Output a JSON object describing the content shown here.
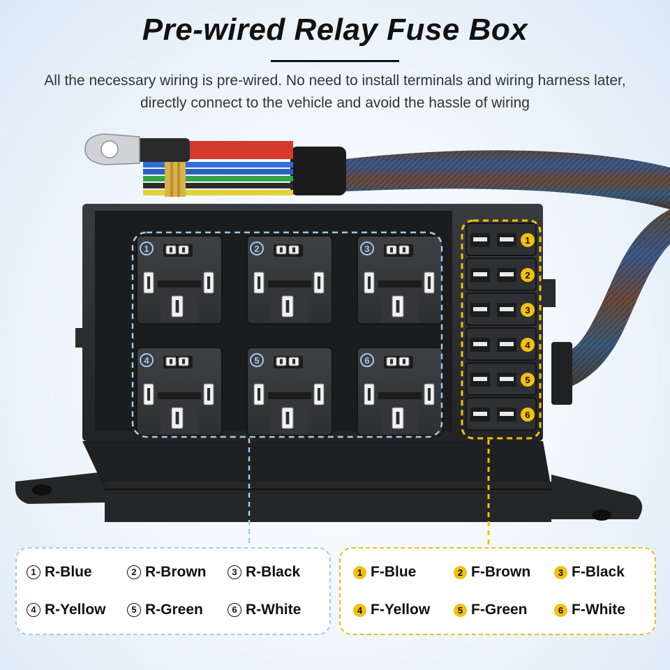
{
  "header": {
    "title": "Pre-wired Relay Fuse Box",
    "subtitle": "All the necessary wiring is pre-wired. No need to install terminals and wiring harness later, directly connect to the vehicle and avoid the hassle of wiring"
  },
  "relay_legend": {
    "items": [
      {
        "num": "1",
        "label": "R-Blue"
      },
      {
        "num": "2",
        "label": "R-Brown"
      },
      {
        "num": "3",
        "label": "R-Black"
      },
      {
        "num": "4",
        "label": "R-Yellow"
      },
      {
        "num": "5",
        "label": "R-Green"
      },
      {
        "num": "6",
        "label": "R-White"
      }
    ]
  },
  "fuse_legend": {
    "items": [
      {
        "num": "1",
        "label": "F-Blue"
      },
      {
        "num": "2",
        "label": "F-Brown"
      },
      {
        "num": "3",
        "label": "F-Black"
      },
      {
        "num": "4",
        "label": "F-Yellow"
      },
      {
        "num": "5",
        "label": "F-Green"
      },
      {
        "num": "6",
        "label": "F-White"
      }
    ]
  },
  "relay_slot_numbers": [
    "1",
    "2",
    "3",
    "4",
    "5",
    "6"
  ],
  "fuse_slot_numbers": [
    "1",
    "2",
    "3",
    "4",
    "5",
    "6"
  ],
  "colors": {
    "relay_accent": "#9fcbec",
    "fuse_accent": "#f2c10f",
    "box_body": "#2a2b2d",
    "wire_red": "#d63a2a",
    "wire_blue": "#2f6fd6",
    "wire_green": "#3aa34a",
    "wire_yellow": "#e3d13a"
  },
  "icons": [
    "ring-terminal-icon",
    "relay-socket-icon",
    "fuse-socket-icon",
    "wire-harness-icon"
  ]
}
